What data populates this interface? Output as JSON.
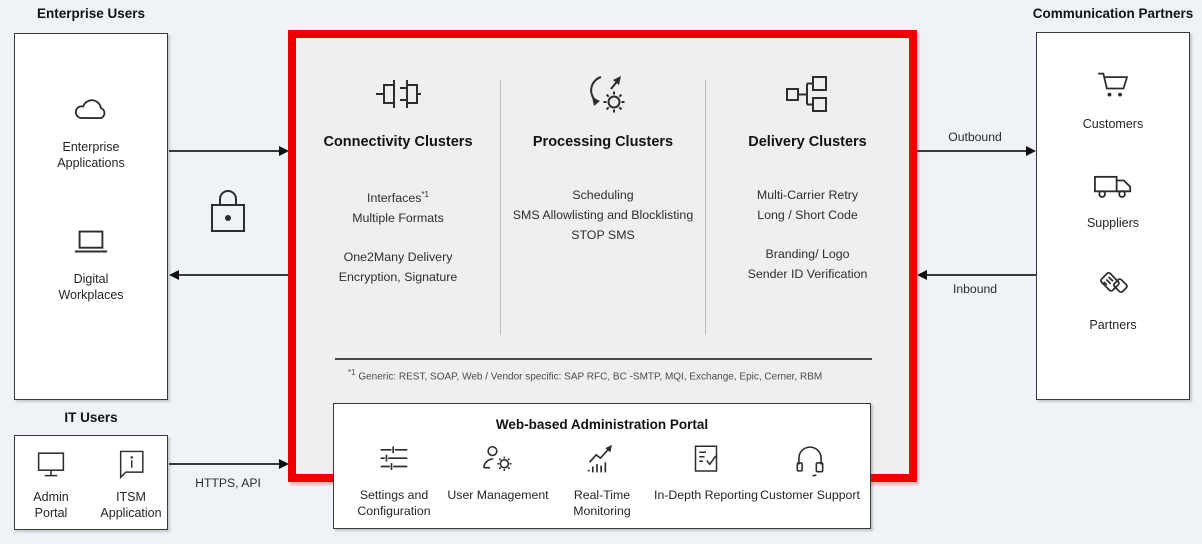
{
  "diagram": {
    "enterprise_users": {
      "title": "Enterprise Users",
      "items": [
        {
          "label": "Enterprise Applications",
          "icon": "cloud-icon"
        },
        {
          "label": "Digital Workplaces",
          "icon": "laptop-icon"
        }
      ]
    },
    "it_users": {
      "title": "IT Users",
      "items": [
        {
          "label": "Admin Portal",
          "icon": "monitor-icon"
        },
        {
          "label": "ITSM Application",
          "icon": "chat-info-icon"
        }
      ]
    },
    "platform": {
      "clusters": [
        {
          "title": "Connectivity Clusters",
          "icon": "connectors-icon",
          "features_top": [
            "Interfaces",
            "Multiple Formats"
          ],
          "footnote_marker": "*1",
          "features_bottom": [
            "One2Many Delivery",
            "Encryption, Signature"
          ]
        },
        {
          "title": "Processing Clusters",
          "icon": "process-gear-icon",
          "features_top": [
            "Scheduling",
            "SMS Allowlisting and Blocklisting",
            "STOP SMS"
          ],
          "features_bottom": []
        },
        {
          "title": "Delivery Clusters",
          "icon": "node-tree-icon",
          "features_top": [
            "Multi-Carrier Retry",
            "Long / Short Code"
          ],
          "features_bottom": [
            "Branding/ Logo",
            "Sender ID Verification"
          ]
        }
      ],
      "footnote_marker": "*1",
      "footnote": "Generic: REST, SOAP, Web / Vendor specific: SAP RFC, BC -SMTP, MQI, Exchange, Epic, Cerner, RBM"
    },
    "admin_portal": {
      "title": "Web-based Administration Portal",
      "items": [
        {
          "label": "Settings and Configuration",
          "icon": "sliders-icon"
        },
        {
          "label": "User Management",
          "icon": "user-gear-icon"
        },
        {
          "label": "Real-Time Monitoring",
          "icon": "monitoring-chart-icon"
        },
        {
          "label": "In-Depth Reporting",
          "icon": "report-check-icon"
        },
        {
          "label": "Customer Support",
          "icon": "headset-icon"
        }
      ]
    },
    "communication_partners": {
      "title": "Communication Partners",
      "items": [
        {
          "label": "Customers",
          "icon": "cart-icon"
        },
        {
          "label": "Suppliers",
          "icon": "truck-icon"
        },
        {
          "label": "Partners",
          "icon": "handshake-icon"
        }
      ]
    },
    "arrows": {
      "outbound": "Outbound",
      "inbound": "Inbound",
      "https_api": "HTTPS, API"
    },
    "colors": {
      "accent_red": "#ee0000",
      "canvas": "#eff3f8",
      "platform_bg": "#f1efed"
    }
  }
}
